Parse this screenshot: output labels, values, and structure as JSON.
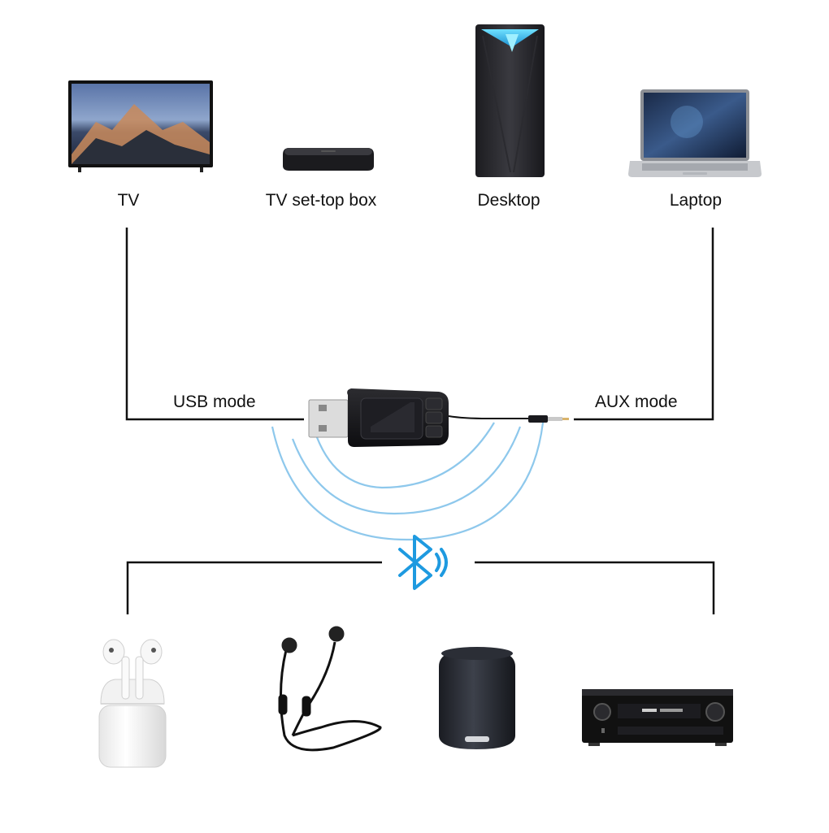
{
  "sources": {
    "tv": "TV",
    "settop": "TV set-top box",
    "desktop": "Desktop",
    "laptop": "Laptop"
  },
  "modes": {
    "usb": "USB mode",
    "aux": "AUX mode"
  },
  "colors": {
    "line": "#111111",
    "signal": "#8ec8ec",
    "bluetooth": "#1e9ae0",
    "desktop_glow": "#3fc6f2"
  },
  "icons": {
    "bluetooth": "bluetooth-icon",
    "adapter": "usb-bluetooth-adapter-icon"
  },
  "outputs": [
    "airpods",
    "neckband-earphones",
    "smart-speaker",
    "av-receiver"
  ]
}
